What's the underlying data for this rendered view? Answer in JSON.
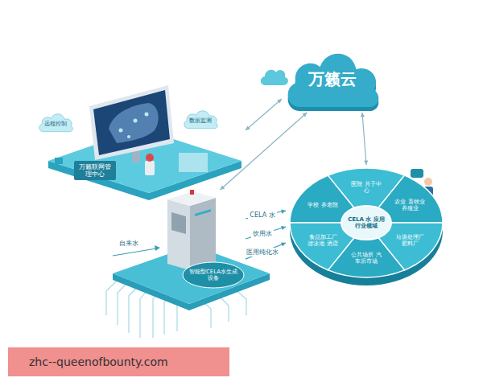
{
  "diagram": {
    "nodes": [
      {
        "text": [
          "万籁云"
        ]
      },
      {
        "text": [
          "万籁联网管理中心"
        ]
      },
      {
        "text": [
          "远程控制"
        ],
        "in": 1
      },
      {
        "text": [
          "数据监测"
        ],
        "in": 1
      },
      {
        "text": [
          "智能型CELA水生成设备"
        ]
      },
      {
        "text": [
          "CELA 水 应用行业领域"
        ]
      },
      {
        "text": [
          "学校 养老院"
        ],
        "in": 5
      },
      {
        "text": [
          "医院 月子中心"
        ],
        "in": 5
      },
      {
        "text": [
          "农业 畜牧业 养殖业"
        ],
        "in": 5
      },
      {
        "text": [
          "垃圾处理厂 肥料厂"
        ],
        "in": 5
      },
      {
        "text": [
          "公共场所 汽车后市场"
        ],
        "in": 5
      },
      {
        "text": [
          "食品加工厂 游泳池 酒店"
        ],
        "in": 5
      }
    ],
    "edges": [
      {
        "from": 1,
        "to": 0,
        "arrow": "both"
      },
      {
        "from": 4,
        "to": 0,
        "arrow": "both"
      },
      {
        "from": 0,
        "to": 5,
        "arrow": "both"
      },
      {
        "from": 4,
        "to": 5,
        "label": "CELA 水",
        "arrow": "to"
      },
      {
        "from": 4,
        "to": 5,
        "label": "饮用水",
        "arrow": "to"
      },
      {
        "from": 4,
        "to": 5,
        "label": "医用纯化水",
        "arrow": "to"
      }
    ],
    "labels": [
      "自来水",
      "zhc--queenofbounty.com"
    ]
  }
}
